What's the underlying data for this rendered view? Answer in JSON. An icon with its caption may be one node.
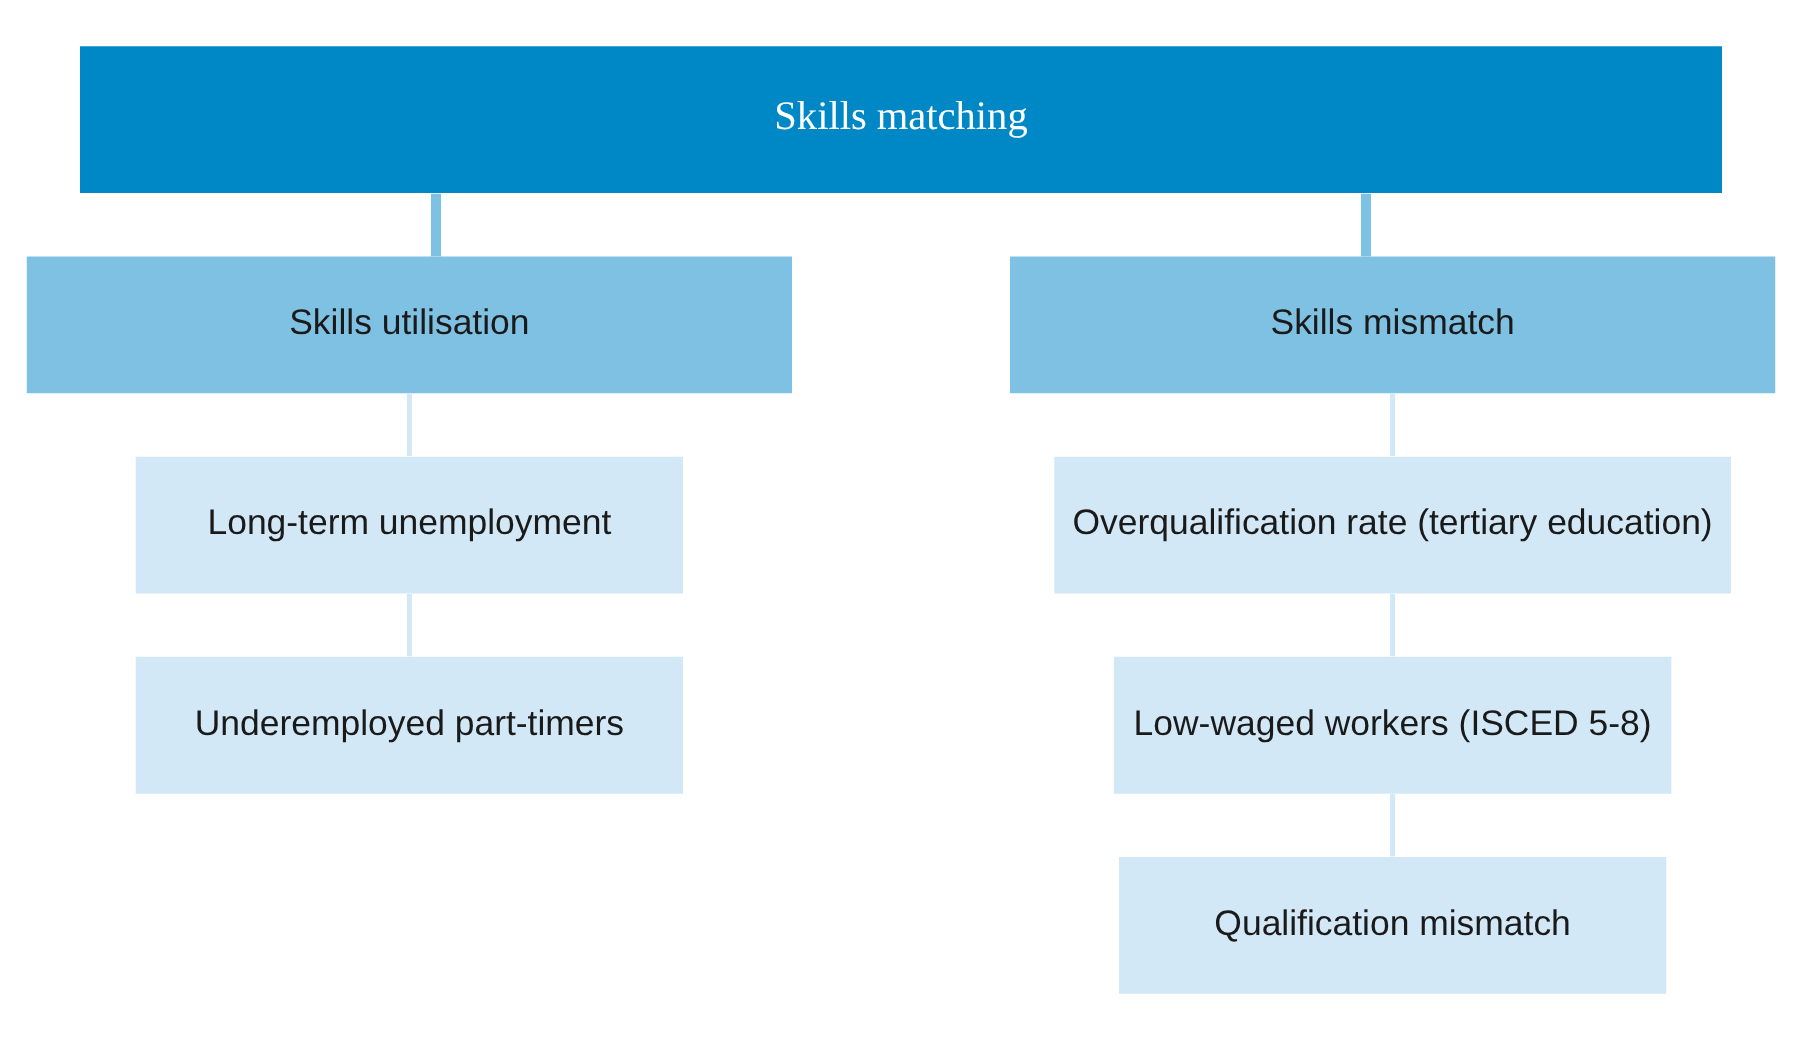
{
  "diagram": {
    "nodes": [
      {
        "text": [
          "Skills matching"
        ]
      },
      {
        "text": [
          "Skills utilisation"
        ]
      },
      {
        "text": [
          "Skills mismatch"
        ]
      },
      {
        "text": [
          "Long-term unemployment"
        ]
      },
      {
        "text": [
          "Underemployed part-timers"
        ]
      },
      {
        "text": [
          "Overqualification rate (tertiary education)"
        ]
      },
      {
        "text": [
          "Low-waged workers (ISCED 5-8)"
        ]
      },
      {
        "text": [
          "Qualification mismatch"
        ]
      }
    ],
    "edges": [
      {
        "from": 0,
        "to": 1,
        "arrow": "none",
        "style": "thick",
        "color": "#7fc1e3"
      },
      {
        "from": 0,
        "to": 2,
        "arrow": "none",
        "style": "thick",
        "color": "#7fc1e3"
      },
      {
        "from": 1,
        "to": 3,
        "arrow": "none"
      },
      {
        "from": 3,
        "to": 4,
        "arrow": "none"
      },
      {
        "from": 2,
        "to": 5,
        "arrow": "none"
      },
      {
        "from": 5,
        "to": 6,
        "arrow": "none"
      },
      {
        "from": 6,
        "to": 7,
        "arrow": "none"
      }
    ]
  }
}
